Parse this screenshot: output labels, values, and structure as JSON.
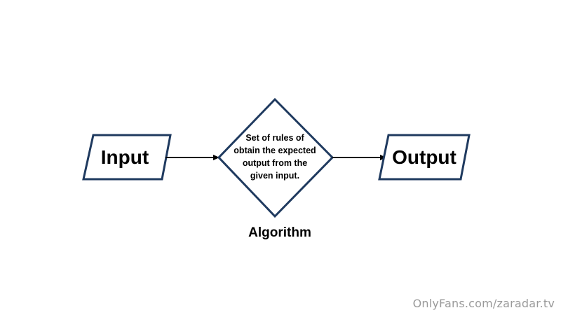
{
  "diagram": {
    "input_label": "Input",
    "output_label": "Output",
    "algorithm_lines": [
      "Set of rules of",
      "obtain the expected",
      "output from the",
      "given input."
    ],
    "algorithm_caption": "Algorithm",
    "shape_stroke_color": "#1f3a5f",
    "arrow_color": "#000000"
  },
  "watermark": "OnlyFans.com/zaradar.tv"
}
